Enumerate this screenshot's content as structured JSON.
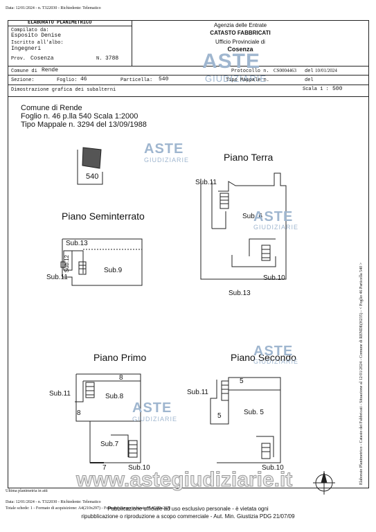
{
  "top_line": "Data: 12/01/2024 - n. T322030 - Richiedente: Telematico",
  "header": {
    "section_title": "ELABORATO PLANIMETRICO",
    "compilato_label": "Compilato da:",
    "compilato_name": "Esposito Denise",
    "iscritto_label": "Iscritto all'albo:",
    "iscritto_value": "Ingegneri",
    "prov_label": "Prov.",
    "prov_value": "Cosenza",
    "n_label": "N.",
    "n_value": "3788",
    "agency": "Agenzia delle Entrate",
    "catasto": "CATASTO FABBRICATI",
    "ufficio": "Ufficio Provinciale di",
    "ufficio_city": "Cosenza",
    "comune_label": "Comune di",
    "comune_value": "Rende",
    "sezione_label": "Sezione:",
    "foglio_label": "Foglio:",
    "foglio_value": "46",
    "particella_label": "Particella:",
    "particella_value": "540",
    "protocollo_label": "Protocollo n.",
    "protocollo_value": "CS0004463",
    "del_label": "del",
    "protocollo_date": "10/01/2024",
    "tipo_label": "Tipo Mappale n.",
    "del2_label": "del",
    "dimostrazione": "Dimostrazione grafica dei subalterni",
    "scala_label": "Scala 1 :",
    "scala_value": "500"
  },
  "plan_header": {
    "line1": "Comune di Rende",
    "line2": "Foglio n. 46 p.lla 540 Scala 1:2000",
    "line3": "Tipo Mappale n. 3294 del 13/09/1988"
  },
  "parcel_label": "540",
  "plans": {
    "terra": {
      "title": "Piano Terra",
      "subs": [
        "Sub.11",
        "Sub. 6",
        "Sub.10",
        "Sub.13"
      ]
    },
    "seminterrato": {
      "title": "Piano Seminterrato",
      "subs": [
        "Sub.13",
        "Sub.12",
        "Sub.9",
        "Sub.11"
      ]
    },
    "primo": {
      "title": "Piano Primo",
      "subs": [
        "8",
        "Sub.11",
        "Sub.8",
        "8",
        "Sub.7",
        "7",
        "Sub.10"
      ]
    },
    "secondo": {
      "title": "Piano Secondo",
      "subs": [
        "5",
        "Sub.11",
        "5",
        "Sub. 5",
        "Sub.10"
      ]
    }
  },
  "watermark": {
    "aste": "ASTE",
    "giudiziarie": "GIUDIZIARIE",
    "site": "www.astegiudiziarie.it"
  },
  "side_text": "Elaborato Planimetrico - Catasto dei Fabbricati - Situazione al 12/01/2024 - Comune di RENDE(H235) - < Foglio 46 Particella 540 >",
  "footer": {
    "ultima": "Ultima planimetria in atti",
    "line1": "Data: 12/01/2024 - n. T322030 - Richiedente: Telematico",
    "line2": "Totale schede: 1 - Formato di acquisizione: A4(210x297) - Formato stampa richiesto: A4(210x297)",
    "notice1": "Pubblicazione ufficiale ad uso esclusivo personale - è vietata ogni",
    "notice2": "ripubblicazione o riproduzione a scopo commerciale - Aut. Min. Giustizia PDG 21/07/09"
  }
}
